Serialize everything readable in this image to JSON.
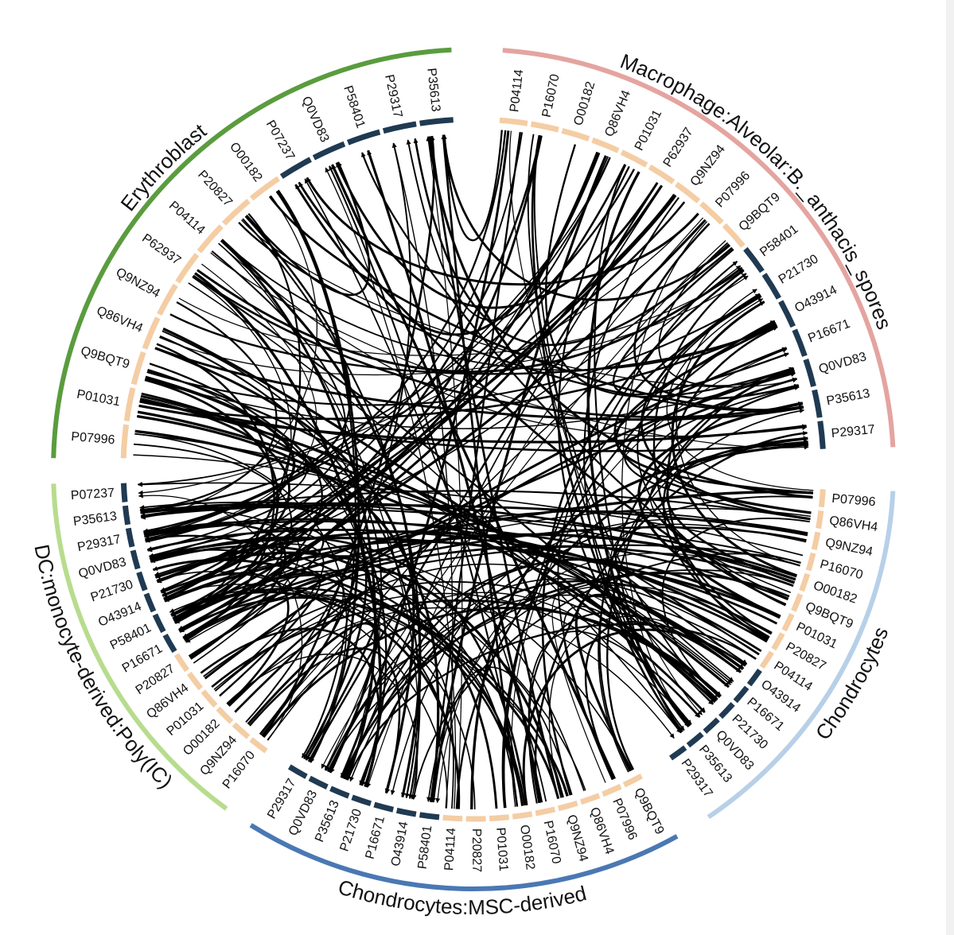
{
  "colors": {
    "ligand": "#f4cda4",
    "receptor": "#1f3a52",
    "link": "#000000"
  },
  "groups": [
    {
      "name": "Erythroblast",
      "color": "#5a9c3e",
      "start": -88.5,
      "end": -3,
      "segments": [
        "P07996",
        "P01031",
        "Q9BQT9",
        "Q86VH4",
        "Q9NZ94",
        "P62937",
        "P04114",
        "P20827",
        "O00182",
        "P07237",
        "Q0VD83",
        "P58401",
        "P29317",
        "P35613"
      ],
      "receptors": [
        "P07237",
        "Q0VD83",
        "P58401",
        "P29317",
        "P35613"
      ]
    },
    {
      "name": "Macrophage:Alveolar:B._anthacis_spores",
      "color": "#e4a4a0",
      "start": 4,
      "end": 87,
      "segments": [
        "P04114",
        "P16070",
        "O00182",
        "Q86VH4",
        "P01031",
        "P62937",
        "Q9NZ94",
        "P07996",
        "Q9BQT9",
        "P58401",
        "P21730",
        "O43914",
        "P16671",
        "Q0VD83",
        "P35613",
        "P29317"
      ],
      "receptors": [
        "P58401",
        "P21730",
        "O43914",
        "P16671",
        "Q0VD83",
        "P35613",
        "P29317"
      ]
    },
    {
      "name": "Chondrocytes",
      "color": "#b7d0e8",
      "start": 93,
      "end": 146,
      "segments": [
        "P07996",
        "Q86VH4",
        "Q9NZ94",
        "P16070",
        "O00182",
        "Q9BQT9",
        "P01031",
        "P20827",
        "P04114",
        "O43914",
        "P16671",
        "P21730",
        "Q0VD83",
        "P35613",
        "P29317"
      ],
      "receptors": [
        "O43914",
        "P16671",
        "P21730",
        "Q0VD83",
        "P35613",
        "P29317"
      ]
    },
    {
      "name": "Chondrocytes:MSC-derived",
      "color": "#4a78b3",
      "start": 151,
      "end": 212,
      "segments": [
        "Q9BQT9",
        "P07996",
        "Q86VH4",
        "Q9NZ94",
        "P16070",
        "O00182",
        "P01031",
        "P20827",
        "P04114",
        "P58401",
        "O43914",
        "P16671",
        "P21730",
        "P35613",
        "Q0VD83",
        "P29317"
      ],
      "receptors": [
        "P58401",
        "O43914",
        "P16671",
        "P21730",
        "P35613",
        "Q0VD83",
        "P29317"
      ]
    },
    {
      "name": "DC:monocyte-derived:Poly(IC)",
      "color": "#b8dc8e",
      "start": 216,
      "end": 268,
      "segments": [
        "P16070",
        "Q9NZ94",
        "O00182",
        "P01031",
        "Q86VH4",
        "P20827",
        "P16671",
        "P58401",
        "O43914",
        "P21730",
        "Q0VD83",
        "P29317",
        "P35613",
        "P07237"
      ],
      "receptors": [
        "P16671",
        "P58401",
        "O43914",
        "P21730",
        "Q0VD83",
        "P29317",
        "P35613",
        "P07237"
      ]
    }
  ]
}
